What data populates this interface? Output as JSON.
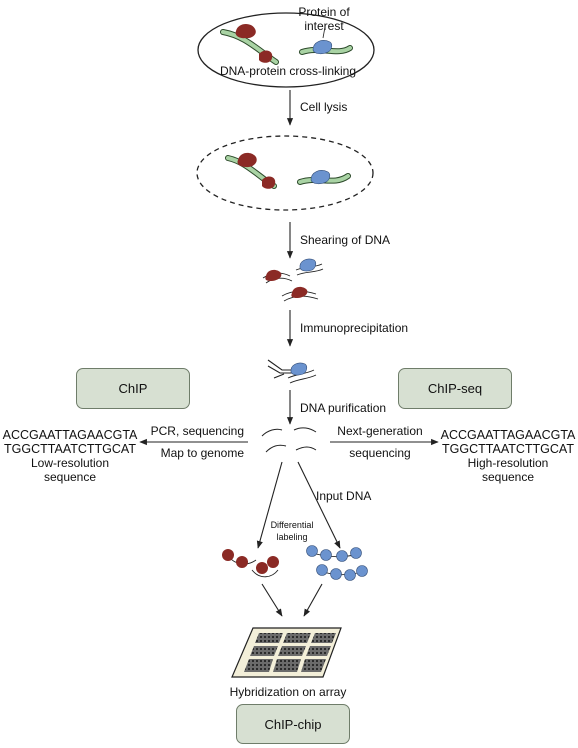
{
  "labels": {
    "protein_of_interest_line1": "Protein of",
    "protein_of_interest_line2": "interest",
    "crosslinking": "DNA-protein cross-linking",
    "cell_lysis": "Cell lysis",
    "shearing": "Shearing of DNA",
    "immunoprecipitation": "Immunoprecipitation",
    "dna_purification": "DNA purification",
    "pcr_sequencing": "PCR, sequencing",
    "map_to_genome": "Map to genome",
    "next_generation": "Next-generation",
    "sequencing": "sequencing",
    "input_dna": "Input DNA",
    "differential_line1": "Differential",
    "differential_line2": "labeling",
    "hybridization": "Hybridization on array"
  },
  "boxes": {
    "chip": "ChIP",
    "chip_seq": "ChIP-seq",
    "chip_chip": "ChIP-chip"
  },
  "left_sequence": {
    "line1": "ACCGAATTAGAACGTA",
    "line2": "TGGCTTAATCTTGCAT",
    "line3": "Low-resolution",
    "line4": "sequence"
  },
  "right_sequence": {
    "line1": "ACCGAATTAGAACGTA",
    "line2": "TGGCTTAATCTTGCAT",
    "line3": "High-resolution",
    "line4": "sequence"
  },
  "colors": {
    "red_protein": "#8b2a25",
    "blue_protein": "#6b93cf",
    "dna_green": "#a9d3a4",
    "box_fill": "#d7e0d2"
  }
}
